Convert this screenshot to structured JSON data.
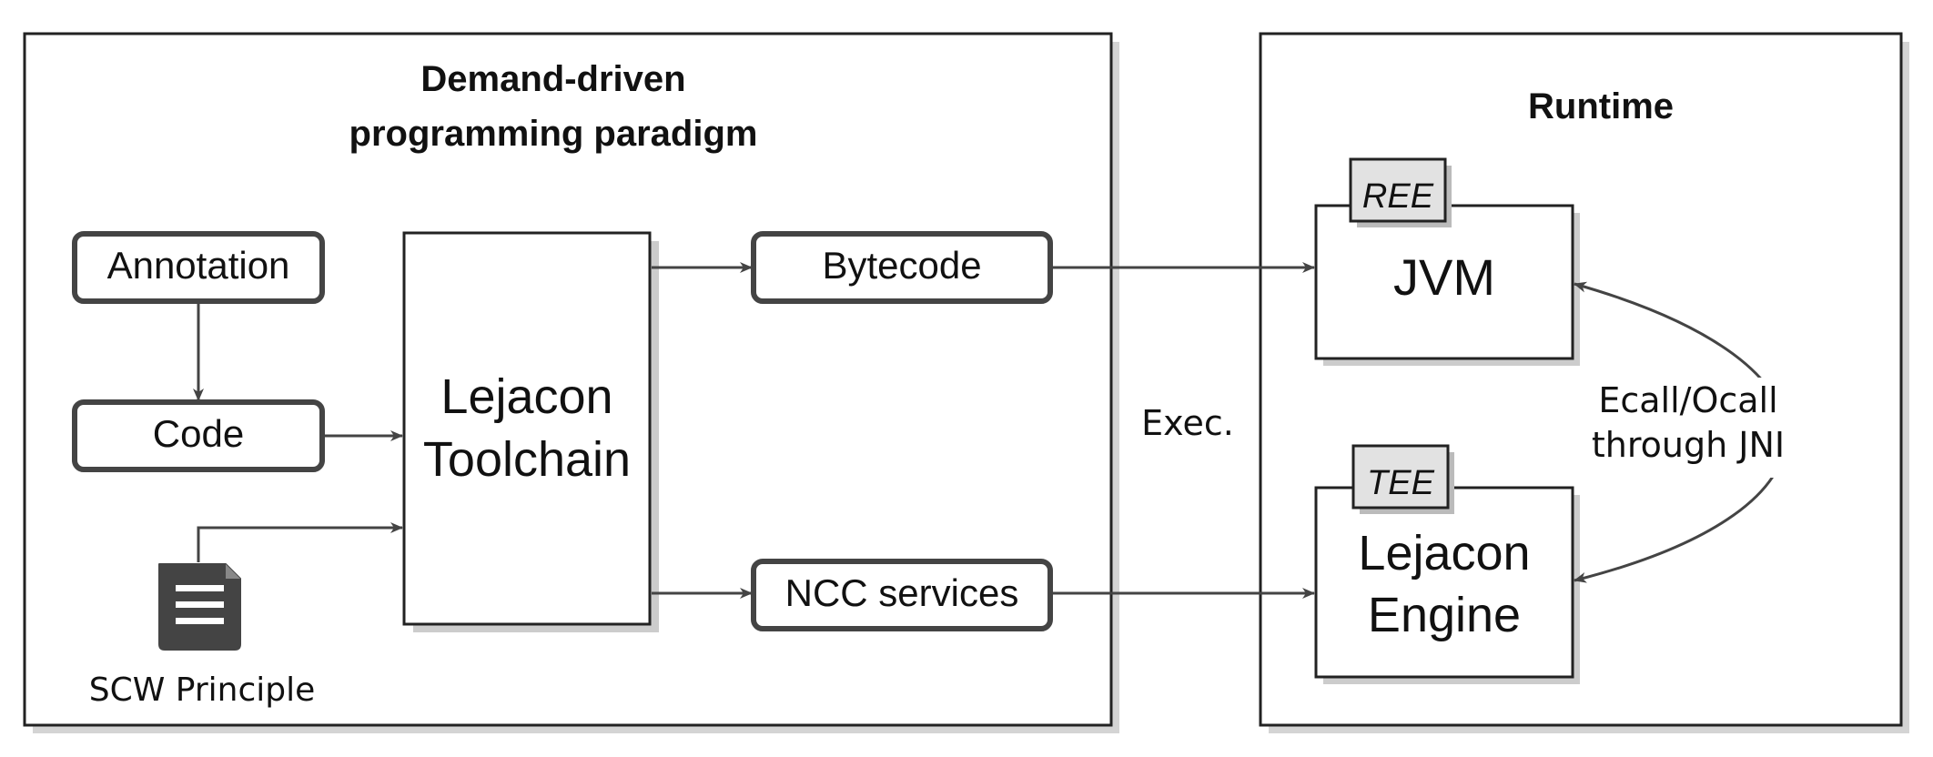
{
  "left_panel": {
    "title_line1": "Demand-driven",
    "title_line2": "programming paradigm",
    "annotation_label": "Annotation",
    "code_label": "Code",
    "toolchain_line1": "Lejacon",
    "toolchain_line2": "Toolchain",
    "bytecode_label": "Bytecode",
    "ncc_label": "NCC services",
    "scw_label": "SCW Principle",
    "scw_icon": "document-icon"
  },
  "middle": {
    "exec_label": "Exec."
  },
  "right_panel": {
    "title": "Runtime",
    "ree_tag": "REE",
    "jvm_label": "JVM",
    "tee_tag": "TEE",
    "engine_line1": "Lejacon",
    "engine_line2": "Engine",
    "ecall_line1": "Ecall/Ocall",
    "ecall_line2": "through JNI"
  },
  "colors": {
    "stroke": "#333333",
    "arrow": "#444444",
    "shadow": "#cfcfcf",
    "tag_fill": "#e2e2e2",
    "text": "#111111"
  }
}
